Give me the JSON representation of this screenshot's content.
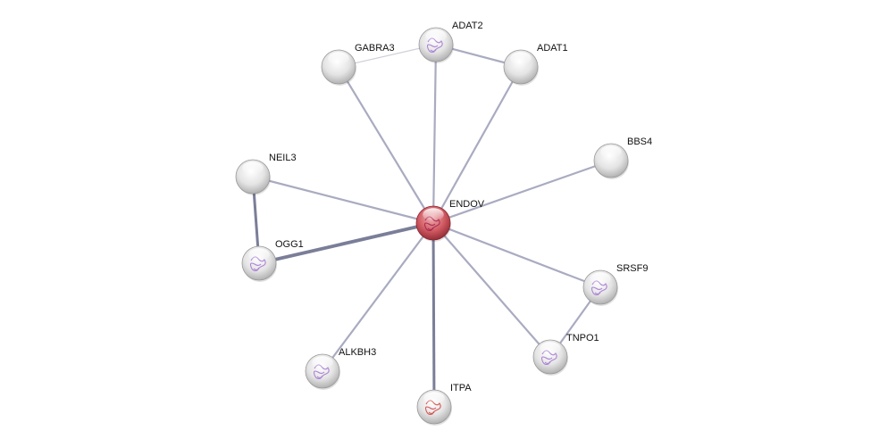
{
  "network": {
    "nodes": [
      {
        "id": "ENDOV",
        "label": "ENDOV",
        "query": true,
        "structure": true
      },
      {
        "id": "ADAT2",
        "label": "ADAT2",
        "structure": true
      },
      {
        "id": "GABRA3",
        "label": "GABRA3",
        "structure": false
      },
      {
        "id": "ADAT1",
        "label": "ADAT1",
        "structure": false
      },
      {
        "id": "BBS4",
        "label": "BBS4",
        "structure": false
      },
      {
        "id": "NEIL3",
        "label": "NEIL3",
        "structure": false
      },
      {
        "id": "OGG1",
        "label": "OGG1",
        "structure": true
      },
      {
        "id": "SRSF9",
        "label": "SRSF9",
        "structure": true
      },
      {
        "id": "TNPO1",
        "label": "TNPO1",
        "structure": true
      },
      {
        "id": "ALKBH3",
        "label": "ALKBH3",
        "structure": true
      },
      {
        "id": "ITPA",
        "label": "ITPA",
        "structure": true,
        "structure_color": "red"
      }
    ],
    "edges": [
      {
        "from": "ENDOV",
        "to": "ADAT2",
        "strength": 2
      },
      {
        "from": "ENDOV",
        "to": "GABRA3",
        "strength": 2
      },
      {
        "from": "ENDOV",
        "to": "ADAT1",
        "strength": 2
      },
      {
        "from": "ENDOV",
        "to": "BBS4",
        "strength": 2
      },
      {
        "from": "ENDOV",
        "to": "NEIL3",
        "strength": 2
      },
      {
        "from": "ENDOV",
        "to": "OGG1",
        "strength": 4
      },
      {
        "from": "ENDOV",
        "to": "SRSF9",
        "strength": 2
      },
      {
        "from": "ENDOV",
        "to": "TNPO1",
        "strength": 2
      },
      {
        "from": "ENDOV",
        "to": "ALKBH3",
        "strength": 2
      },
      {
        "from": "ENDOV",
        "to": "ITPA",
        "strength": 3
      },
      {
        "from": "GABRA3",
        "to": "ADAT2",
        "strength": 1
      },
      {
        "from": "ADAT2",
        "to": "ADAT1",
        "strength": 2
      },
      {
        "from": "NEIL3",
        "to": "OGG1",
        "strength": 3
      },
      {
        "from": "SRSF9",
        "to": "TNPO1",
        "strength": 2
      }
    ]
  },
  "colors": {
    "query_node": "#c9454f",
    "node": "#e6e6e6",
    "edge": "#a9abc0",
    "edge_strong": "#7a7e98"
  }
}
